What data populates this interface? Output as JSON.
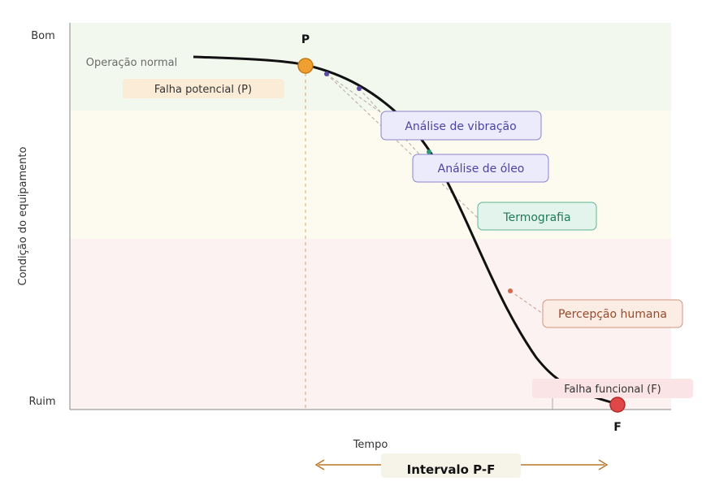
{
  "axes": {
    "y_label": "Condição do equipamento",
    "x_label": "Tempo",
    "y_top": "Bom",
    "y_bottom": "Ruim"
  },
  "points": {
    "p_letter": "P",
    "f_letter": "F"
  },
  "labels": {
    "normal_operation": "Operação normal",
    "potential_failure": "Falha potencial (P)",
    "vibration": "Análise de vibração",
    "oil": "Análise de óleo",
    "thermography": "Termografia",
    "human": "Percepção humana",
    "functional_failure": "Falha funcional (F)"
  },
  "interval": {
    "label": "Intervalo P-F"
  },
  "colors": {
    "curve": "#111111",
    "p_point": "#f0a030",
    "f_point": "#e04848",
    "vibration": "#5a4aa8",
    "oil": "#5a4aa8",
    "thermography": "#2a8a6a",
    "human": "#b05a3a",
    "interval_arrow": "#b5782a"
  }
}
